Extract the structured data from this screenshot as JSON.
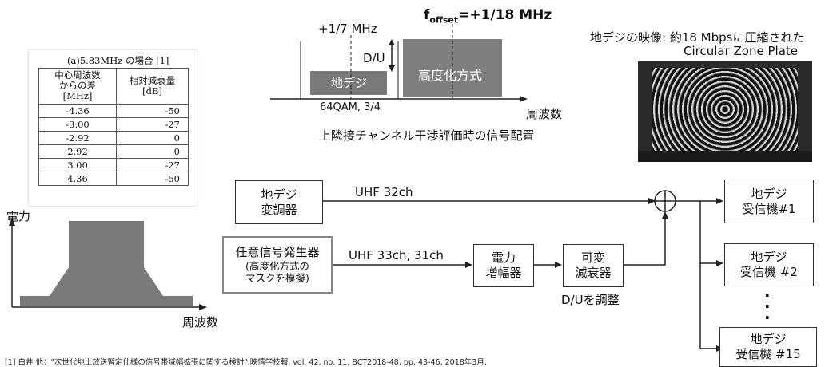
{
  "table": {
    "caption": "(a)5.83MHz の場合 [1]",
    "headers": [
      "中心周波数からの差[MHz]",
      "相対減衰量[dB]"
    ],
    "header_lines": [
      [
        "中心周波数",
        "からの差",
        "[MHz]"
      ],
      [
        "相対減衰量",
        "[dB]"
      ]
    ],
    "rows": [
      [
        "-4.36",
        "-50"
      ],
      [
        "-3.00",
        "-27"
      ],
      [
        "-2.92",
        "0"
      ],
      [
        "2.92",
        "0"
      ],
      [
        "3.00",
        "-27"
      ],
      [
        "4.36",
        "-50"
      ]
    ]
  },
  "mask_chart": {
    "y_label": "電力",
    "x_label": "周波数"
  },
  "spectrum": {
    "offset_label_prefix": "f",
    "offset_label_sub": "offset",
    "offset_label_suffix": "=+1/18 MHz",
    "left_offset_label": "+1/7 MHz",
    "du_label": "D/U",
    "digital_label": "地デジ",
    "advanced_label": "高度化方式",
    "modulation_label": "64QAM, 3/4",
    "x_axis_label": "周波数",
    "caption": "上隣接チャンネル干渉評価時の信号配置",
    "colors": {
      "digital": "#7a7a7a",
      "advanced": "#7f7f7f"
    }
  },
  "video": {
    "caption_line1": "地デジの映像: 約18 Mbpsに圧縮された",
    "caption_line2": "Circular Zone Plate"
  },
  "blocks": {
    "modulator": [
      "地デジ",
      "変調器"
    ],
    "generator": [
      "任意信号発生器",
      "(高度化方式の",
      "マスクを模擬)"
    ],
    "amplifier": [
      "電力",
      "増幅器"
    ],
    "attenuator": [
      "可変",
      "減衰器"
    ],
    "receiver1": [
      "地デジ",
      "受信機#1"
    ],
    "receiver2": [
      "地デジ",
      "受信機 #2"
    ],
    "receiver15": [
      "地デジ",
      "受信機 #15"
    ]
  },
  "links": {
    "uhf32": "UHF 32ch",
    "uhf33": "UHF 33ch, 31ch",
    "du_adjust": "D/Uを調整",
    "ellipsis": "·"
  },
  "footnote": "[1] 白井 他：\"次世代地上放送暫定仕様の信号帯域幅拡張に関する検討\",映情学技報, vol. 42, no. 11, BCT2018-48, pp. 43-46, 2018年3月."
}
